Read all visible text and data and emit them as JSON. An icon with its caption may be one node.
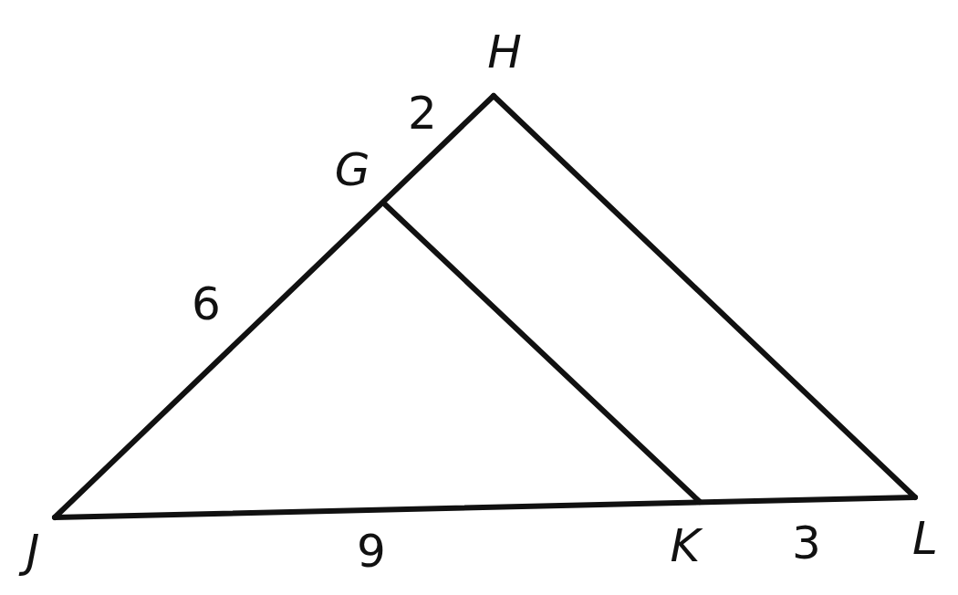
{
  "diagram": {
    "labels": [
      "H",
      "2",
      "G",
      "6",
      "J",
      "9",
      "K",
      "3",
      "L"
    ]
  }
}
